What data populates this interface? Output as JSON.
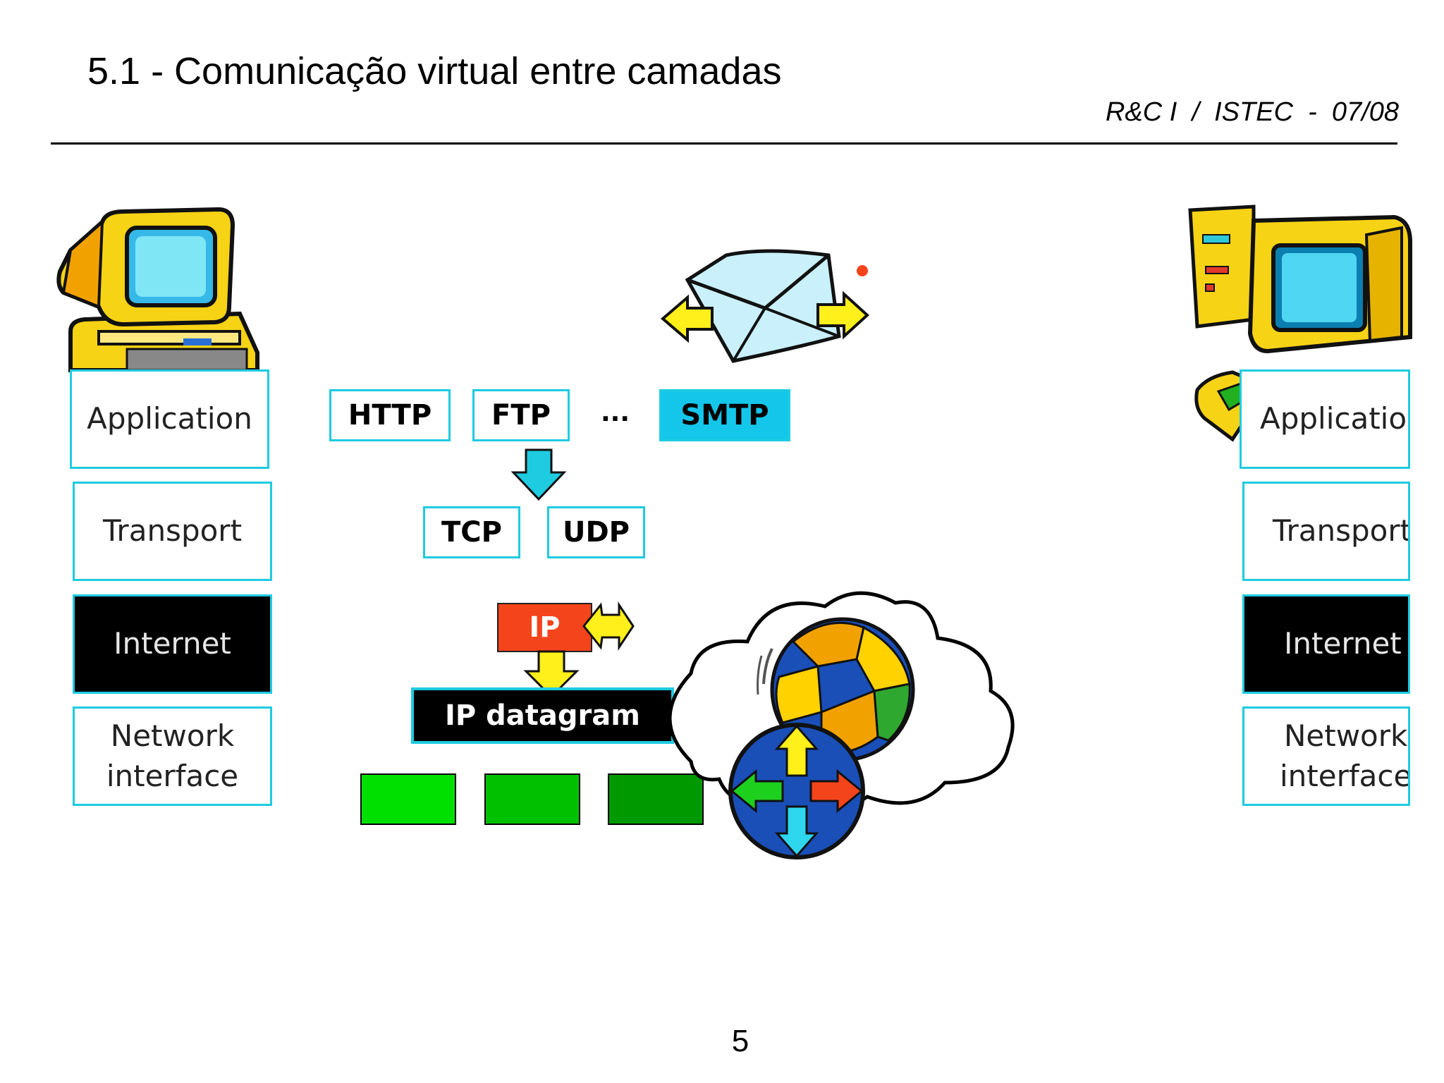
{
  "header": {
    "title": "5.1 - Comunicação virtual entre camadas",
    "course": "R&C I  /  ISTEC  -  07/08"
  },
  "left_stack": {
    "application": "Application",
    "transport": "Transport",
    "internet": "Internet",
    "network_interface": "Network\ninterface"
  },
  "right_stack": {
    "application": "Applicatio",
    "transport": "Transport",
    "internet": "Internet",
    "network_interface": "Network\ninterface"
  },
  "protocols": {
    "application_layer": [
      "HTTP",
      "FTP",
      "SMTP"
    ],
    "ellipsis": "...",
    "transport_layer": [
      "TCP",
      "UDP"
    ],
    "network_layer": "IP",
    "datagram": "IP datagram"
  },
  "colors": {
    "cyan_border": "#1ecbe1",
    "smtp_fill": "#14c6ea",
    "ip_fill": "#f4441c",
    "frame_greens": [
      "#00e000",
      "#00c000",
      "#009a00"
    ],
    "computer_yellow": "#f7d316"
  },
  "icons": [
    "computer-icon",
    "envelope-icon",
    "globe-puzzle-icon",
    "router-icon",
    "cloud-icon"
  ],
  "footer": {
    "page_number": "5"
  }
}
